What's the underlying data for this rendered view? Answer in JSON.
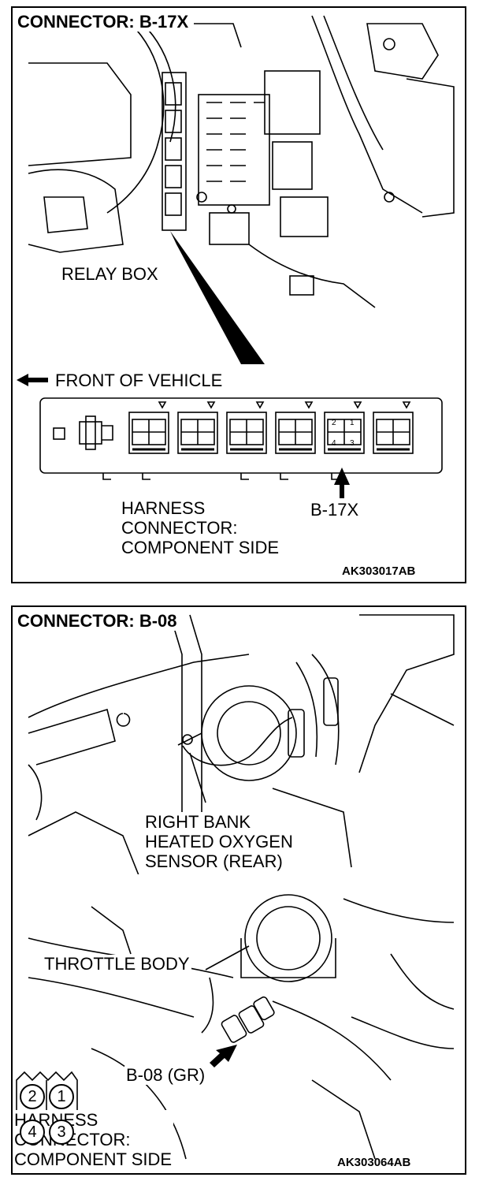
{
  "panel1": {
    "title": "CONNECTOR: B-17X",
    "relay_box_label": "RELAY BOX",
    "front_label": "FRONT OF VEHICLE",
    "harness_label": "HARNESS\nCONNECTOR:\nCOMPONENT SIDE",
    "connector_id": "B-17X",
    "pins": [
      "2",
      "1",
      "4",
      "3"
    ],
    "figure_code": "AK303017AB"
  },
  "panel2": {
    "title": "CONNECTOR: B-08",
    "sensor_label": "RIGHT BANK\nHEATED OXYGEN\nSENSOR (REAR)",
    "throttle_label": "THROTTLE BODY",
    "connector_label": "B-08 (GR)",
    "harness_label": "HARNESS\nCONNECTOR:\nCOMPONENT SIDE",
    "pins": [
      "2",
      "1",
      "4",
      "3"
    ],
    "figure_code": "AK303064AB"
  }
}
